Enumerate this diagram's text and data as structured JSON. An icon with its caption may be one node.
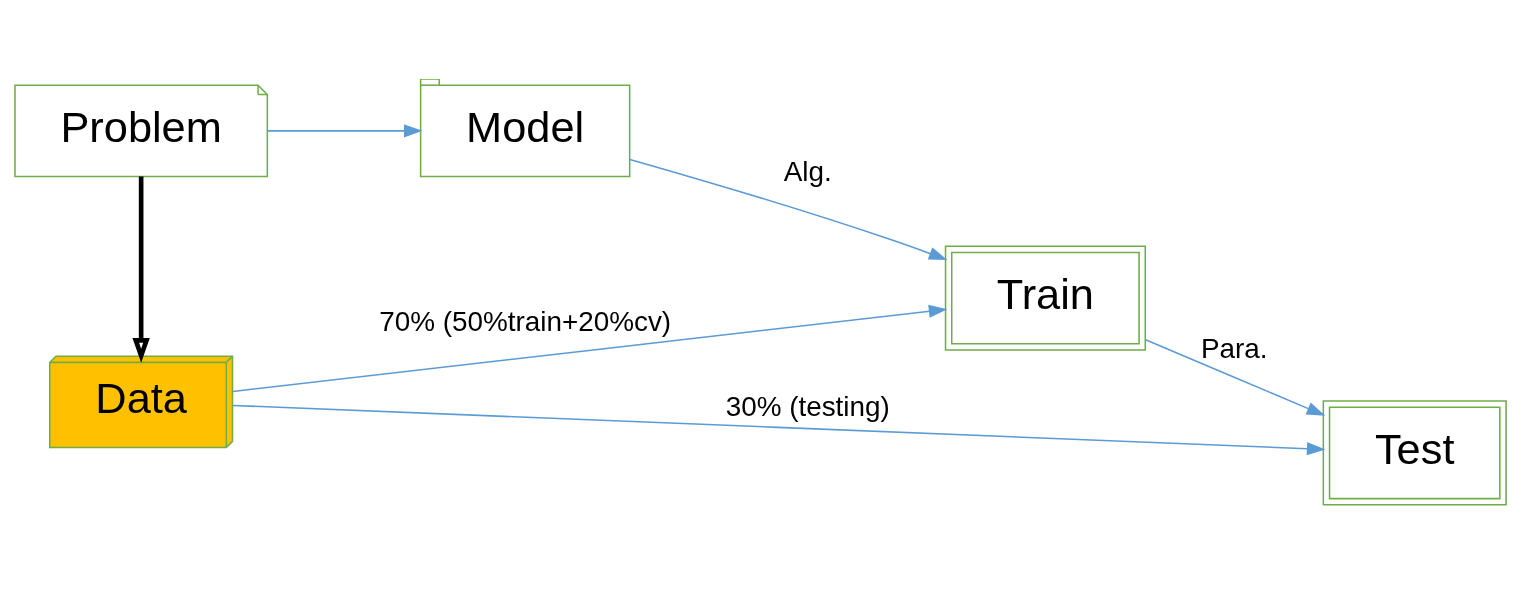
{
  "diagram": {
    "nodes": [
      {
        "text": [
          "Problem"
        ]
      },
      {
        "text": [
          "Model"
        ]
      },
      {
        "text": [
          "Train"
        ]
      },
      {
        "text": [
          "Test"
        ]
      },
      {
        "text": [
          "Data"
        ]
      }
    ],
    "edges": [
      {
        "from": 0,
        "to": 1,
        "arrow": "to"
      },
      {
        "from": 1,
        "to": 2,
        "arrow": "to",
        "label": "Alg."
      },
      {
        "from": 2,
        "to": 3,
        "arrow": "to",
        "label": "Para."
      },
      {
        "from": 0,
        "to": 4,
        "arrow": "to",
        "style": "thick",
        "color": "#000000"
      },
      {
        "from": 4,
        "to": 2,
        "arrow": "to",
        "label": "70% (50%train+20%cv)"
      },
      {
        "from": 4,
        "to": 3,
        "arrow": "to",
        "label": "30% (testing)"
      }
    ]
  }
}
